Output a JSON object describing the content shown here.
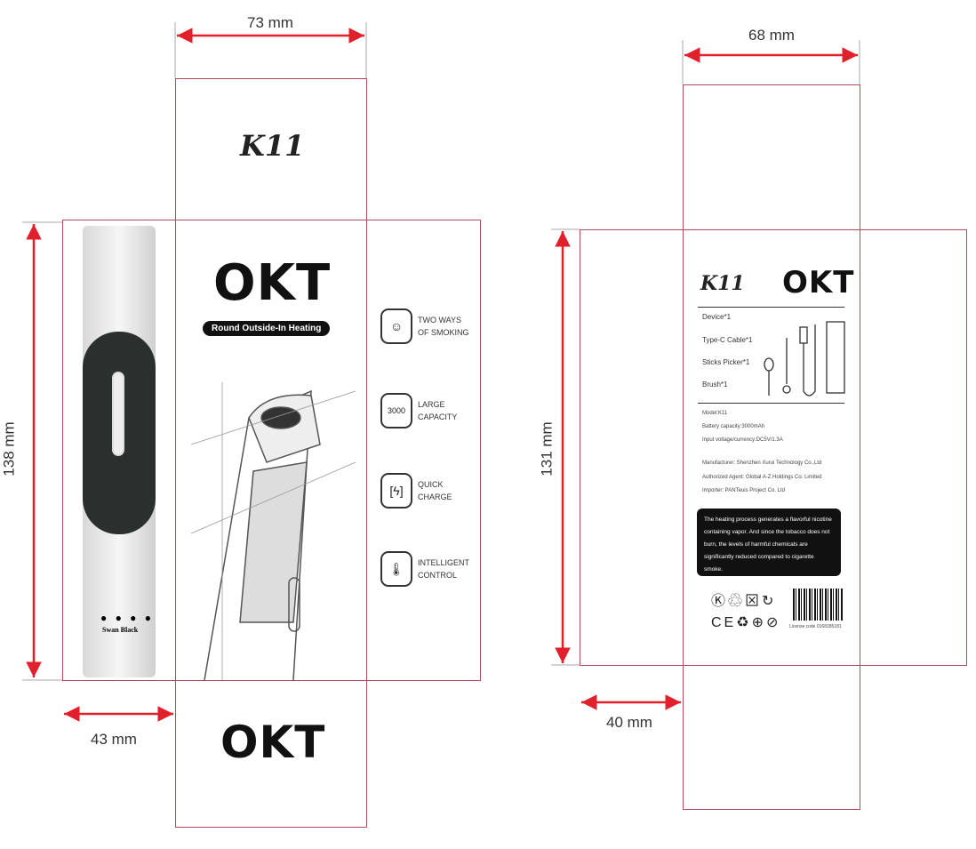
{
  "left_box": {
    "width_label": "73 mm",
    "height_label": "138 mm",
    "depth_label": "43 mm",
    "top_flap_logo": "K11",
    "front_logo": "OKT",
    "front_tagline": "Round Outside-In Heating",
    "bottom_flap_logo": "OKT",
    "side_color_name": "Swan Black",
    "features": [
      {
        "icon": "face-smoke-icon",
        "line1": "TWO WAYS",
        "line2": "OF SMOKING"
      },
      {
        "icon": "battery-capacity-icon",
        "line1": "LARGE",
        "line2": "CAPACITY"
      },
      {
        "icon": "lightning-charge-icon",
        "line1": "QUICK",
        "line2": "CHARGE"
      },
      {
        "icon": "thermometer-icon",
        "line1": "INTELLIGENT",
        "line2": "CONTROL"
      }
    ]
  },
  "right_box": {
    "width_label": "68 mm",
    "height_label": "131 mm",
    "depth_label": "40 mm",
    "model_logo": "K11",
    "brand_logo": "OKT",
    "contents": [
      "Device*1",
      "Type-C Cable*1",
      "Sticks Picker*1",
      "Brush*1"
    ],
    "specs": [
      "Model:K11",
      "Battery capacity:3000mAh",
      "Input voltage/currency:DC5V/1.3A"
    ],
    "company": [
      "Manufacturer: Shenzhen Xurui Technology Co.,Ltd",
      "Authorized Agent: Global A-Z Holdings Co. Limited",
      "Importer: PANTeuis Project Co. Ltd"
    ],
    "warning": "The heating process generates a flavorful nicotine containing vapor. And since the tobacco does not burn, the levels of harmful chemicals are significantly reduced compared to cigarette smoke.",
    "barcode_caption": "License code 0168185181"
  },
  "colors": {
    "dieline": "#b04a5a",
    "arrow": "#e0202a"
  }
}
